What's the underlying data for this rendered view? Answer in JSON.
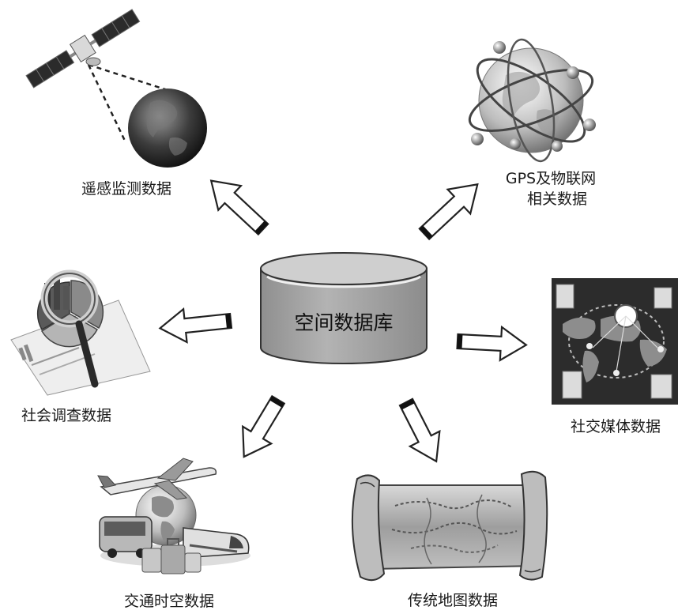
{
  "center": {
    "label": "空间数据库"
  },
  "sources": [
    {
      "id": "remote-sensing",
      "lines": [
        "遥感监测数据"
      ],
      "icon": "satellite-earth-icon"
    },
    {
      "id": "gps-iot",
      "lines": [
        "GPS及物联网",
        "相关数据"
      ],
      "icon": "globe-orbits-icon"
    },
    {
      "id": "social-survey",
      "lines": [
        "社会调查数据"
      ],
      "icon": "magnifier-chart-icon"
    },
    {
      "id": "social-media",
      "lines": [
        "社交媒体数据"
      ],
      "icon": "social-media-map-icon"
    },
    {
      "id": "transport",
      "lines": [
        "交通时空数据"
      ],
      "icon": "transport-globe-icon"
    },
    {
      "id": "traditional-map",
      "lines": [
        "传统地图数据"
      ],
      "icon": "scroll-map-icon"
    }
  ],
  "colors": {
    "cylinder_body": "#a9a9a9",
    "cylinder_top": "#c9c9c9",
    "arrow_fill": "#ffffff",
    "arrow_stroke": "#222222"
  }
}
